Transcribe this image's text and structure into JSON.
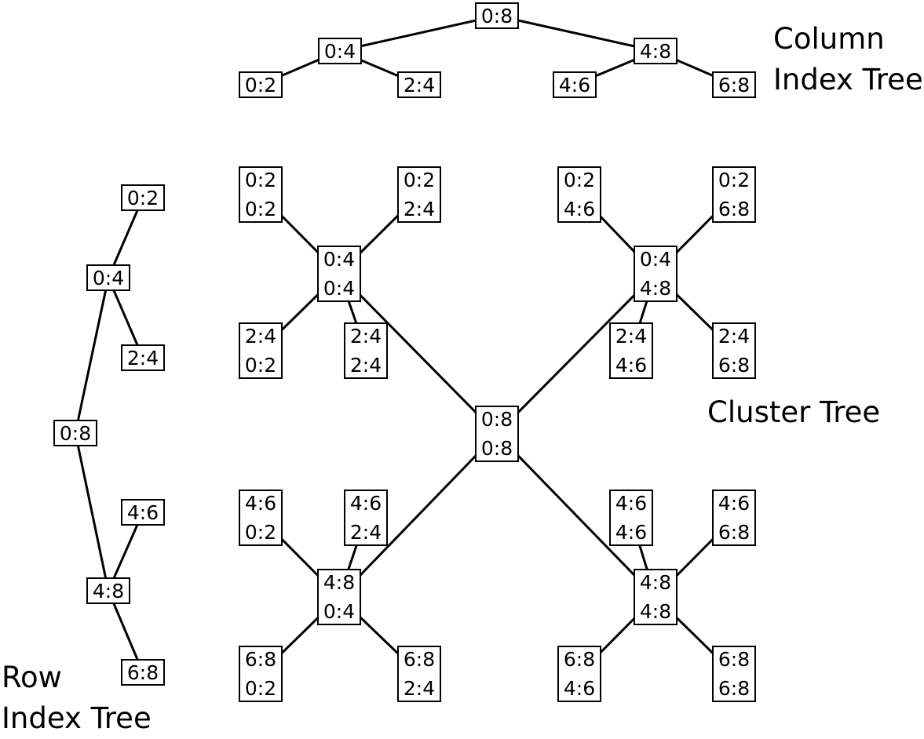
{
  "labels": {
    "column_tree_line1": "Column",
    "column_tree_line2": "Index Tree",
    "cluster_tree": "Cluster Tree",
    "row_tree_line1": "Row",
    "row_tree_line2": "Index Tree"
  },
  "column_tree": {
    "root": "0:8",
    "left": "0:4",
    "right": "4:8",
    "left_left": "0:2",
    "left_right": "2:4",
    "right_left": "4:6",
    "right_right": "6:8"
  },
  "row_tree": {
    "root": "0:8",
    "top": "0:4",
    "bottom": "4:8",
    "top_top": "0:2",
    "top_bottom": "2:4",
    "bottom_top": "4:6",
    "bottom_bottom": "6:8"
  },
  "cluster_tree": {
    "root": {
      "row": "0:8",
      "col": "0:8"
    },
    "q00": {
      "row": "0:4",
      "col": "0:4"
    },
    "q01": {
      "row": "0:4",
      "col": "4:8"
    },
    "q10": {
      "row": "4:8",
      "col": "0:4"
    },
    "q11": {
      "row": "4:8",
      "col": "4:8"
    },
    "l00_a": {
      "row": "0:2",
      "col": "0:2"
    },
    "l00_b": {
      "row": "0:2",
      "col": "2:4"
    },
    "l00_c": {
      "row": "2:4",
      "col": "0:2"
    },
    "l00_d": {
      "row": "2:4",
      "col": "2:4"
    },
    "l01_a": {
      "row": "0:2",
      "col": "4:6"
    },
    "l01_b": {
      "row": "0:2",
      "col": "6:8"
    },
    "l01_c": {
      "row": "2:4",
      "col": "4:6"
    },
    "l01_d": {
      "row": "2:4",
      "col": "6:8"
    },
    "l10_a": {
      "row": "4:6",
      "col": "0:2"
    },
    "l10_b": {
      "row": "4:6",
      "col": "2:4"
    },
    "l10_c": {
      "row": "6:8",
      "col": "0:2"
    },
    "l10_d": {
      "row": "6:8",
      "col": "2:4"
    },
    "l11_a": {
      "row": "4:6",
      "col": "4:6"
    },
    "l11_b": {
      "row": "4:6",
      "col": "6:8"
    },
    "l11_c": {
      "row": "6:8",
      "col": "4:6"
    },
    "l11_d": {
      "row": "6:8",
      "col": "6:8"
    }
  }
}
